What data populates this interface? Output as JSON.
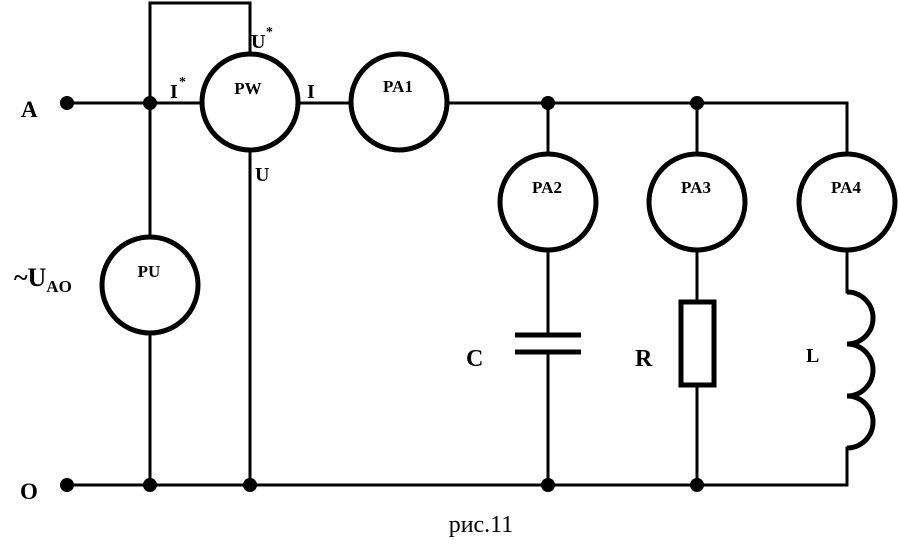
{
  "terminals": {
    "a": "A",
    "o": "O"
  },
  "source": {
    "prefix": "~U",
    "subscript": "AO"
  },
  "wattmeter": {
    "name": "PW",
    "current_in": "I",
    "current_out": "I",
    "voltage_in": "U",
    "voltage_out": "U",
    "star": "*"
  },
  "voltmeter": {
    "name": "PU"
  },
  "ammeters": {
    "main": "PA1",
    "capacitor": "PA2",
    "resistor": "PA3",
    "inductor": "PA4"
  },
  "components": {
    "capacitor": "C",
    "resistor": "R",
    "inductor": "L"
  },
  "caption": "рис.11"
}
